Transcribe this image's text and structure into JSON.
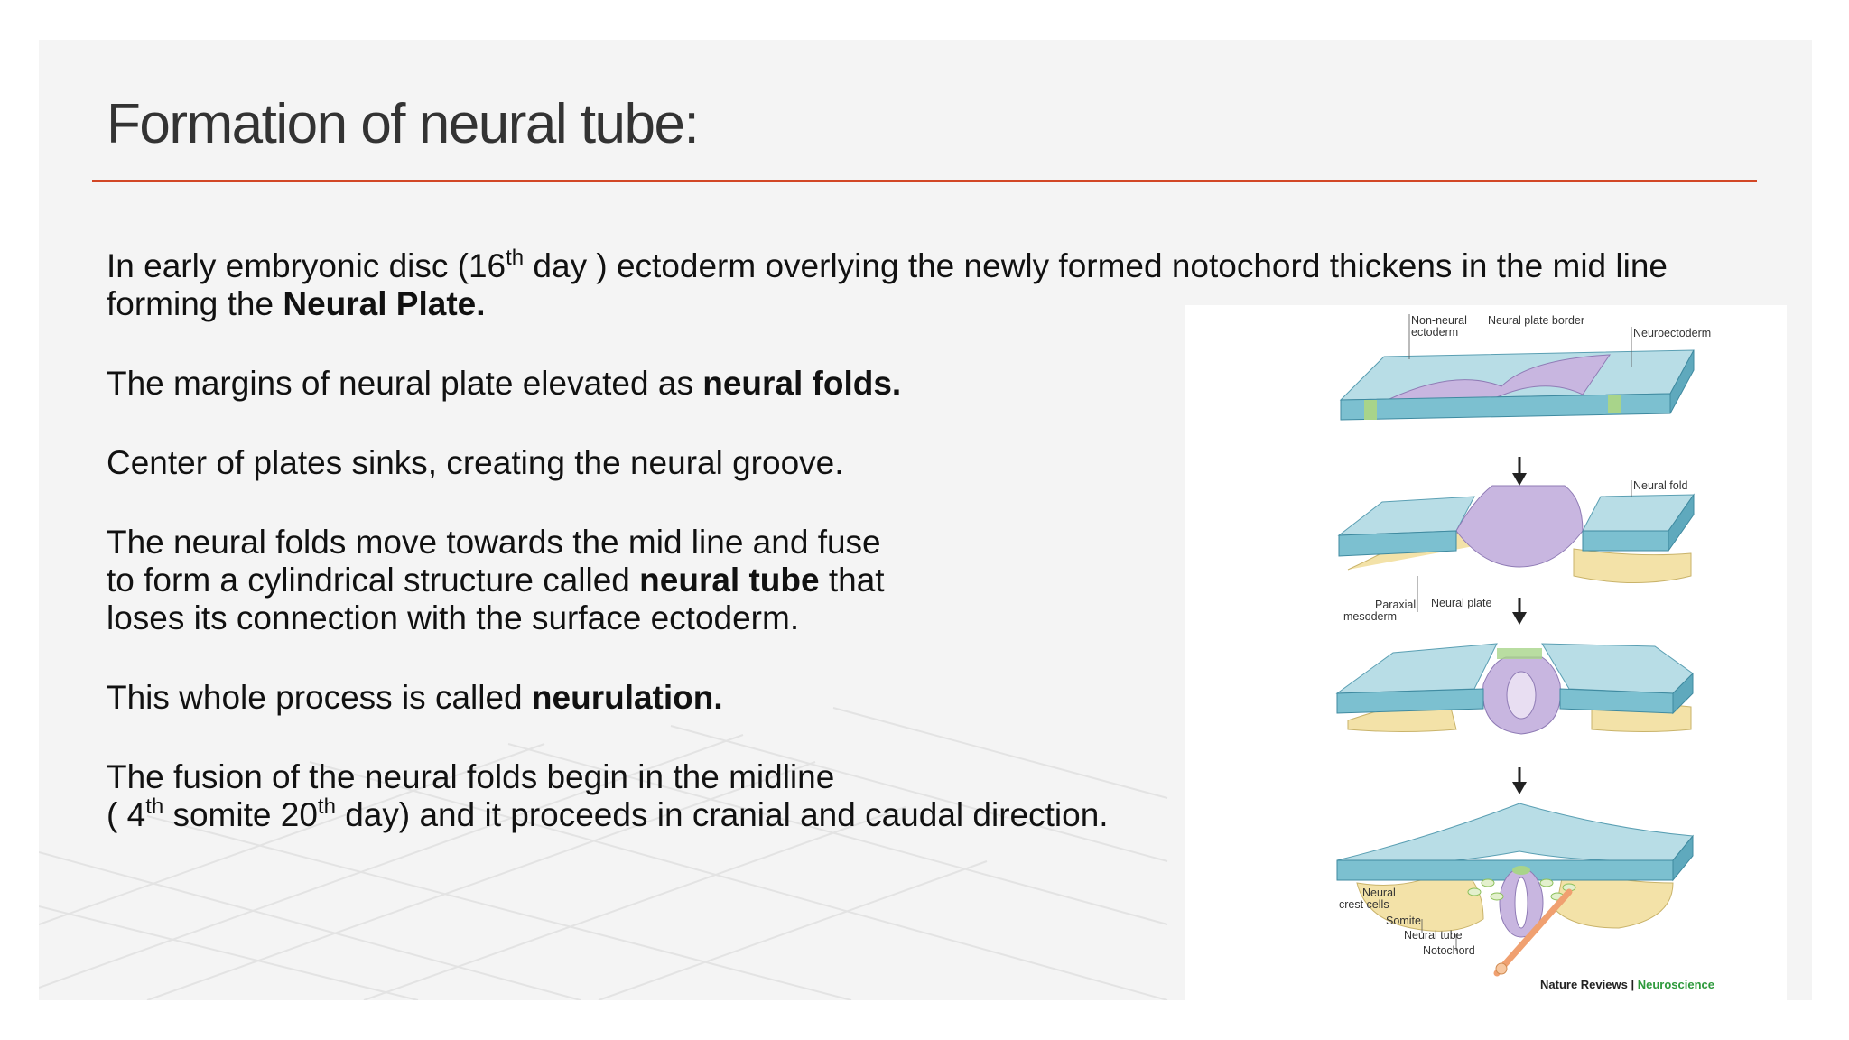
{
  "slide": {
    "title": "Formation of neural tube:",
    "paragraphs": {
      "p1": {
        "a": "In early embryonic disc (16",
        "sup": "th",
        "b": " day ) ectoderm overlying the newly formed notochord thickens in the mid line",
        "c": "forming the ",
        "bold": "Neural Plate."
      },
      "p2": {
        "a": "The margins of neural plate elevated as ",
        "bold": "neural folds."
      },
      "p3": {
        "a": "Center of plates sinks, creating the neural groove."
      },
      "p4": {
        "a": "The neural folds move towards the mid line and fuse",
        "b": "to form a cylindrical structure called ",
        "bold": "neural tube",
        "c": " that",
        "d": "loses its connection with the surface ectoderm."
      },
      "p5": {
        "a": "This whole process is called ",
        "bold": "neurulation."
      },
      "p6": {
        "a": "The fusion of the neural folds begin in the midline",
        "b": "( 4",
        "sup1": "th",
        "c": " somite 20",
        "sup2": "th",
        "d": " day) and it proceeds in cranial and caudal direction."
      }
    },
    "accent_color": "#d24726"
  },
  "figure": {
    "labels": {
      "non_neural_1": "Non-neural",
      "non_neural_2": "ectoderm",
      "plate_border": "Neural plate border",
      "neuroectoderm": "Neuroectoderm",
      "neural_fold": "Neural fold",
      "paraxial_1": "Paraxial",
      "paraxial_2": "mesoderm",
      "neural_plate": "Neural plate",
      "crest_1": "Neural",
      "crest_2": "crest cells",
      "somite": "Somite",
      "neural_tube": "Neural tube",
      "notochord": "Notochord"
    },
    "credit": {
      "journal": "Nature Reviews",
      "separator": " | ",
      "section": "Neuroscience"
    },
    "colors": {
      "ectoderm": "#7cc0d0",
      "neural": "#c2aed8",
      "border": "#a8d48a",
      "mesoderm": "#f3e2a8",
      "credit_green": "#2e9a3c"
    }
  }
}
